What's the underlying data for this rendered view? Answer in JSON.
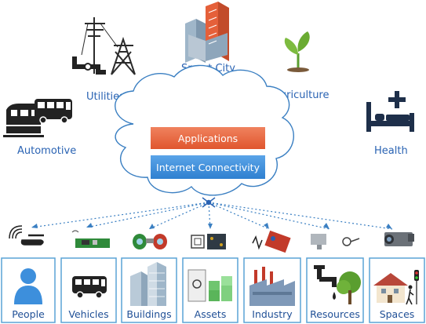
{
  "domains": {
    "utilities": "Utilities",
    "smart_city": "Smart City",
    "agriculture": "Agriculture",
    "automotive": "Automotive",
    "health": "Health"
  },
  "cloud": {
    "applications": "Applications",
    "connectivity": "Internet Connectivity"
  },
  "things": [
    {
      "label": "People",
      "icon": "person-icon"
    },
    {
      "label": "Vehicles",
      "icon": "bus-icon"
    },
    {
      "label": "Buildings",
      "icon": "building-icon"
    },
    {
      "label": "Assets",
      "icon": "safe-icon"
    },
    {
      "label": "Industry",
      "icon": "factory-icon"
    },
    {
      "label": "Resources",
      "icon": "water-tap-icon"
    },
    {
      "label": "Spaces",
      "icon": "house-icon"
    }
  ],
  "colors": {
    "accent_blue": "#2a63b3",
    "applications_bar": "#e8673f",
    "connectivity_bar": "#3d8fdc",
    "box_border": "#5aa3d6"
  }
}
